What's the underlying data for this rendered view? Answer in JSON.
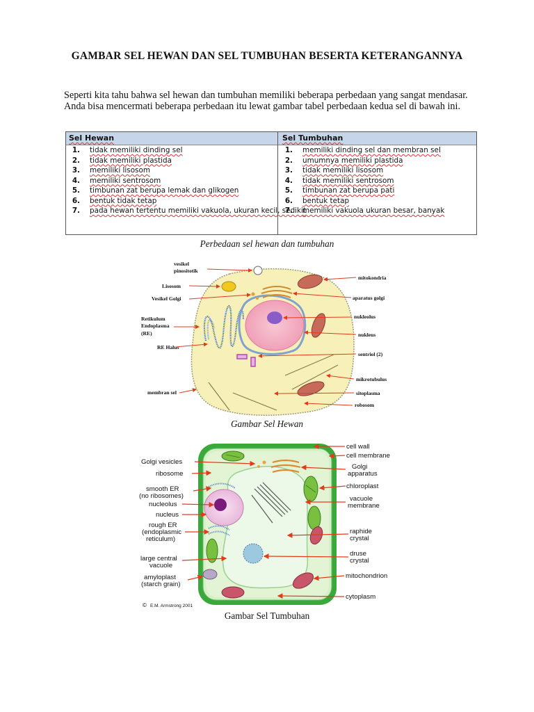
{
  "title": "GAMBAR SEL HEWAN DAN SEL TUMBUHAN BESERTA KETERANGANNYA",
  "intro": "Seperti kita tahu bahwa sel hewan dan tumbuhan memiliki beberapa perbedaan yang sangat mendasar. Anda bisa mencermati beberapa perbedaan itu lewat gambar tabel perbedaan kedua sel di bawah ini.",
  "table": {
    "left_header": "Sel Hewan",
    "right_header": "Sel Tumbuhan",
    "left": [
      {
        "num": "1.",
        "text": "tidak memiliki dinding sel"
      },
      {
        "num": "2.",
        "text": "tidak memiliki plastida"
      },
      {
        "num": "3.",
        "text": "memiliki lisosom"
      },
      {
        "num": "4.",
        "text": "memiliki sentrosom"
      },
      {
        "num": "5.",
        "text": "timbunan zat berupa lemak dan glikogen"
      },
      {
        "num": "6.",
        "text": "bentuk tidak tetap"
      },
      {
        "num": "7.",
        "text": "pada hewan tertentu memiliki vakuola, ukuran kecil, sedikit"
      }
    ],
    "right": [
      {
        "num": "1.",
        "text": "memiliki dinding sel dan membran sel"
      },
      {
        "num": "2.",
        "text": "umumnya memiliki plastida"
      },
      {
        "num": "3.",
        "text": "tidak memiliki lisosom"
      },
      {
        "num": "4.",
        "text": "tidak memiliki sentrosom"
      },
      {
        "num": "5.",
        "text": "timbunan zat berupa pati"
      },
      {
        "num": "6.",
        "text": "bentuk tetap"
      },
      {
        "num": "7.",
        "text": "memiliki vakuola ukuran besar, banyak"
      }
    ]
  },
  "caption_table": "Perbedaan sel hewan dan tumbuhan",
  "animal_labels": {
    "vesikel": "vesikel",
    "pinositotik": "pinositotik",
    "lisosom": "Lisosom",
    "vesikel_golgi": "Vesikel Golgi",
    "retikulum": "Retikulum",
    "endoplasma": "Endoplasma",
    "re": "(RE)",
    "re_halus": "RE Halus",
    "membran_sel": "membran sel",
    "mitokondria": "mitokondria",
    "aparatus_golgi": "aparatus golgi",
    "nukleolus": "nukleolus",
    "nukleus": "nukleus",
    "sentriol": "sentriol (2)",
    "mikrotubulus": "mikrotubulus",
    "sitoplasma": "sitoplasma",
    "robosom": "robosom"
  },
  "caption_animal": "Gambar Sel Hewan",
  "plant_labels": {
    "golgi_vesicles": "Golgi vesicles",
    "ribosome": "ribosome",
    "smooth_er": "smooth ER",
    "no_ribosomes": "(no ribosomes)",
    "nucleolus": "nucleolus",
    "nucleus": "nucleus",
    "rough_er": "rough ER",
    "endoplasmic": "(endoplasmic",
    "reticulum": "reticulum)",
    "large_central": "large central",
    "vacuole": "vacuole",
    "amyloplast": "amyloplast",
    "starch_grain": "(starch grain)",
    "copyright": "E.M. Armstrong 2001",
    "cell_wall": "cell wall",
    "cell_membrane": "cell membrane",
    "golgi": "Golgi",
    "apparatus": "apparatus",
    "chloroplast": "chloroplast",
    "vacuole_r": "vacuole",
    "membrane": "membrane",
    "raphide": "raphide",
    "crystal1": "crystal",
    "druse": "druse",
    "crystal2": "crystal",
    "mitochondrion": "mitochondrion",
    "cytoplasm": "cytoplasm"
  },
  "caption_plant": "Gambar Sel Tumbuhan",
  "colors": {
    "arrow": "#e23b1a",
    "table_header": "#c6d5ea",
    "cell_wall": "#3aa83a",
    "animal_cyto": "#f7f0b8"
  }
}
